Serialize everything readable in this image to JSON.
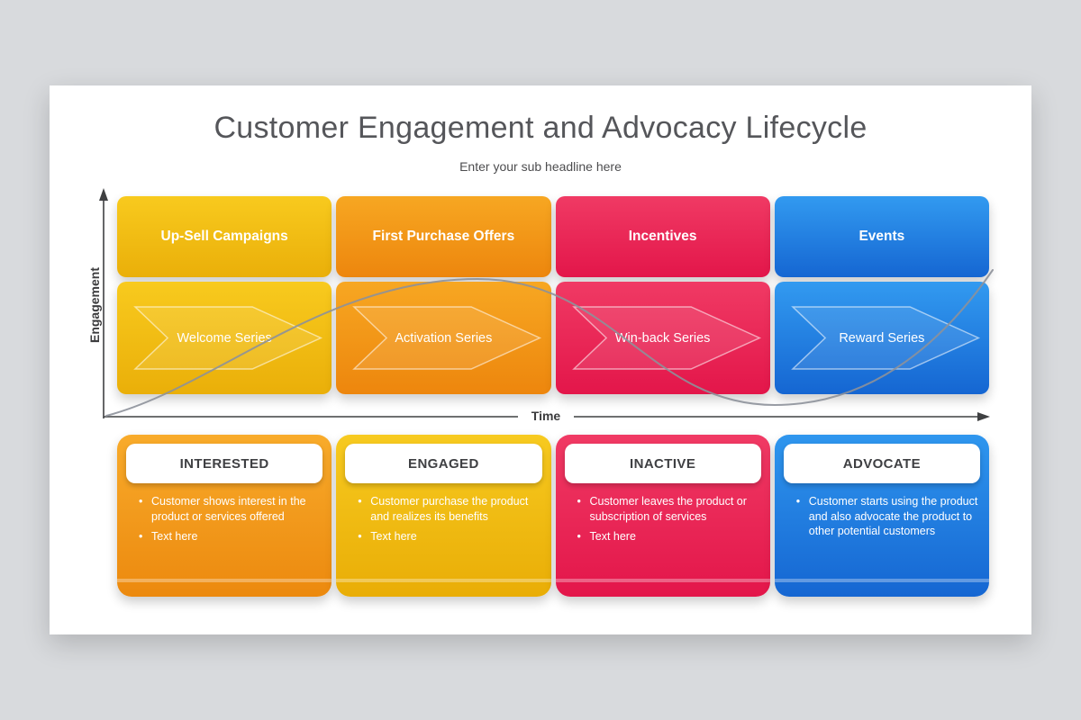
{
  "page": {
    "background": "#d8dadd"
  },
  "slide": {
    "title": "Customer Engagement and Advocacy Lifecycle",
    "subtitle": "Enter your sub headline here"
  },
  "axes": {
    "y_label": "Engagement",
    "x_label": "Time",
    "axis_color": "#3f4042",
    "curve_color": "#8d919a"
  },
  "campaign_row": [
    {
      "label": "Up-Sell Campaigns",
      "gradient": {
        "from": "#f8ca1e",
        "to": "#eaaf09"
      }
    },
    {
      "label": "First Purchase Offers",
      "gradient": {
        "from": "#f7a722",
        "to": "#ed860d"
      }
    },
    {
      "label": "Incentives",
      "gradient": {
        "from": "#f03a64",
        "to": "#e3164a"
      }
    },
    {
      "label": "Events",
      "gradient": {
        "from": "#329af0",
        "to": "#1566d2"
      }
    }
  ],
  "series_row": [
    {
      "label": "Welcome Series",
      "gradient": {
        "from": "#f8ca1e",
        "to": "#eaaf09"
      }
    },
    {
      "label": "Activation Series",
      "gradient": {
        "from": "#f7a722",
        "to": "#ed860d"
      }
    },
    {
      "label": "Win-back Series",
      "gradient": {
        "from": "#f03a64",
        "to": "#e3164a"
      }
    },
    {
      "label": "Reward Series",
      "gradient": {
        "from": "#329af0",
        "to": "#1566d2"
      }
    }
  ],
  "stage_cards": [
    {
      "title": "INTERESTED",
      "gradient": {
        "from": "#f8ab2b",
        "to": "#ec890e"
      },
      "bullets": [
        "Customer shows interest in the product or services offered",
        "Text here"
      ]
    },
    {
      "title": "ENGAGED",
      "gradient": {
        "from": "#f7ca20",
        "to": "#e9ad06"
      },
      "bullets": [
        "Customer purchase the product and realizes its benefits",
        "Text here"
      ]
    },
    {
      "title": "INACTIVE",
      "gradient": {
        "from": "#f03a64",
        "to": "#e3164a"
      },
      "bullets": [
        "Customer leaves the product or subscription of services",
        "Text here"
      ]
    },
    {
      "title": "ADVOCATE",
      "gradient": {
        "from": "#2f96ee",
        "to": "#1566d2"
      },
      "bullets": [
        "Customer starts using the product and also advocate the product to other potential customers"
      ]
    }
  ]
}
